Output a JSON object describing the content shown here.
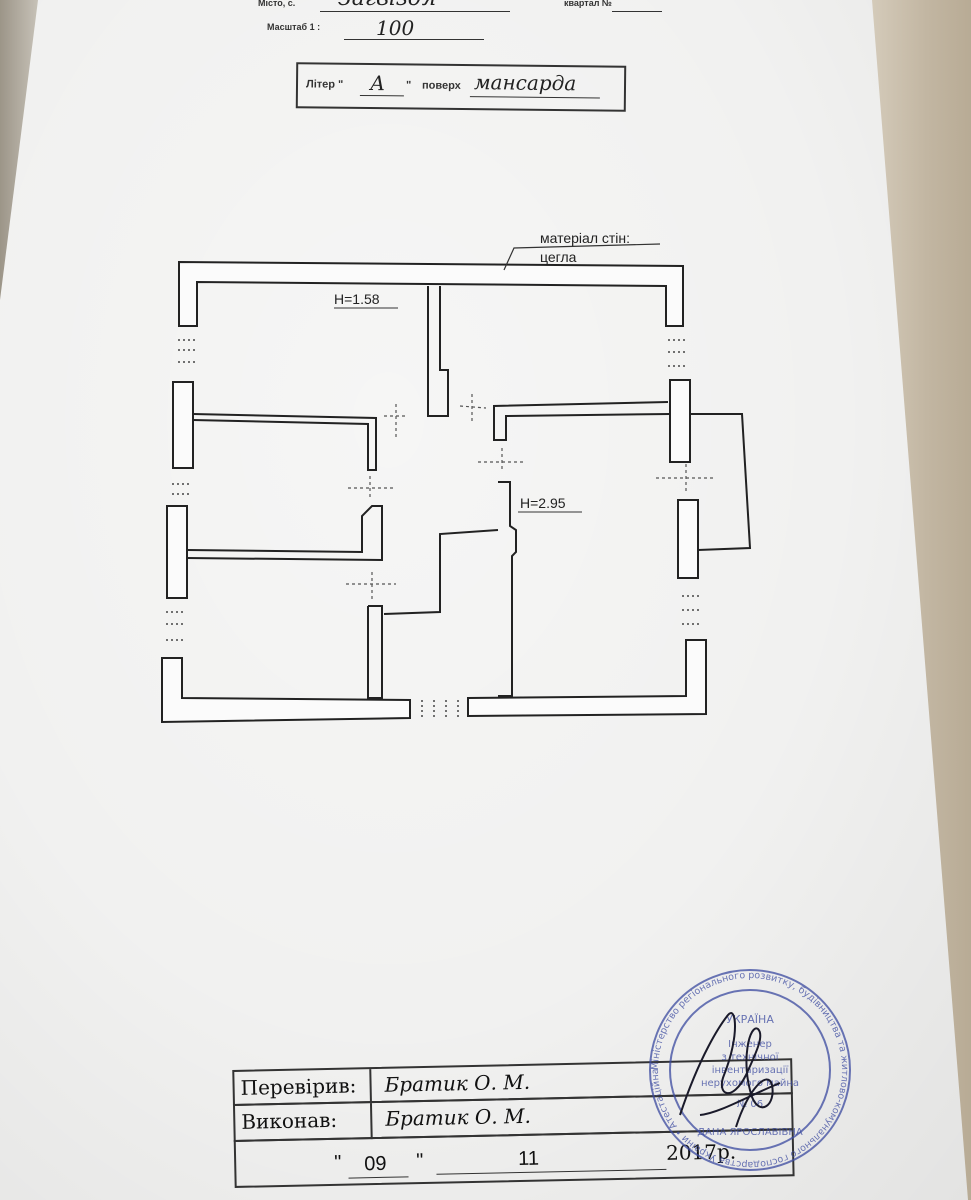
{
  "header": {
    "city_label": "Місто, с.",
    "city_value": "Загвіздя",
    "quarter_label": "квартал №",
    "scale_label": "Масштаб 1 :",
    "scale_value": "100"
  },
  "liter_box": {
    "liter_label": "Літер \"",
    "liter_value": "А",
    "liter_close": "\"",
    "floor_label": "поверх",
    "floor_value": "мансарда"
  },
  "plan": {
    "wall_material_label": "матеріал стін:",
    "wall_material_value": "цегла",
    "height_left": "H=1.58",
    "height_right": "H=2.95",
    "wall_color": "#222222"
  },
  "signatures": {
    "checked_label": "Перевірив:",
    "checked_value": "Братик О. М.",
    "performed_label": "Виконав:",
    "performed_value": "Братик О. М.",
    "date_quote_open": "\"",
    "date_day": "09",
    "date_quote_close": "\"",
    "date_month": "11",
    "date_year": "2017р."
  },
  "stamp": {
    "outer_text": "Міністерство регіонального розвитку, будівництва та житлово-комунального господарства України • Атестаційна архітектурно-будівельна комісія •",
    "country": "УКРАЇНА",
    "role_line1": "Інженер",
    "role_line2": "з технічної",
    "role_line3": "інвентаризації",
    "role_line4": "нерухомого майна",
    "cert": "№ 06",
    "name": "ДАНА ЯРОСЛАВІВНА",
    "color": "#3b4aa0"
  }
}
